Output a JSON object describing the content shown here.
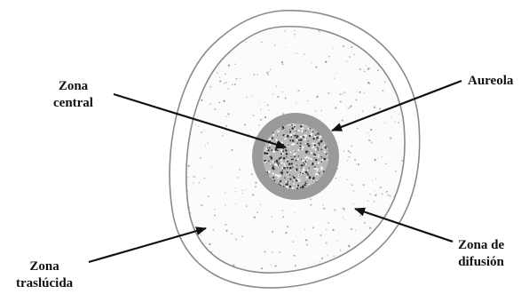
{
  "labels": {
    "zona_central": [
      "Zona",
      "central"
    ],
    "aureola": "Aureola",
    "zona_difusion": [
      "Zona de",
      "difusión"
    ],
    "zona_traslucida": [
      "Zona",
      "traslúcida"
    ]
  },
  "colors": {
    "background": "#ffffff",
    "outline": "#8a8a8a",
    "halo": "#9a9a9a",
    "core": "#b5b5b5",
    "stipple": "#7d7d7d",
    "arrow": "#111111",
    "text": "#111111"
  }
}
